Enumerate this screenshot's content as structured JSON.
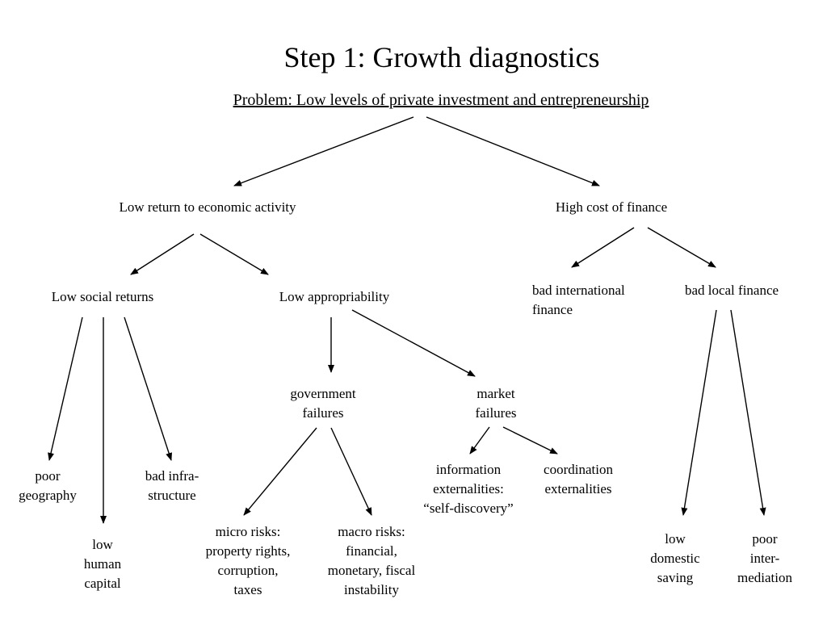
{
  "title": "Step 1: Growth diagnostics",
  "problem": "Problem: Low levels of private investment and entrepreneurship",
  "nodes": {
    "low_return": "Low return to economic activity",
    "high_cost": "High cost of finance",
    "low_social": "Low social returns",
    "low_approp": "Low appropriability",
    "bad_intl": [
      "bad international",
      "finance"
    ],
    "bad_local": "bad local finance",
    "gov_failures": [
      "government",
      "failures"
    ],
    "market_failures": [
      "market",
      "failures"
    ],
    "poor_geo": [
      "poor",
      "geography"
    ],
    "low_human": [
      "low",
      "human",
      "capital"
    ],
    "bad_infra": [
      "bad infra-",
      "structure"
    ],
    "micro": [
      "micro risks:",
      "property rights,",
      "corruption,",
      "taxes"
    ],
    "macro": [
      "macro risks:",
      "financial,",
      "monetary, fiscal",
      "instability"
    ],
    "info_ext": [
      "information",
      "externalities:",
      "“self-discovery”"
    ],
    "coord_ext": [
      "coordination",
      "externalities"
    ],
    "low_saving": [
      "low",
      "domestic",
      "saving"
    ],
    "poor_inter": [
      "poor",
      "inter-",
      "mediation"
    ]
  }
}
